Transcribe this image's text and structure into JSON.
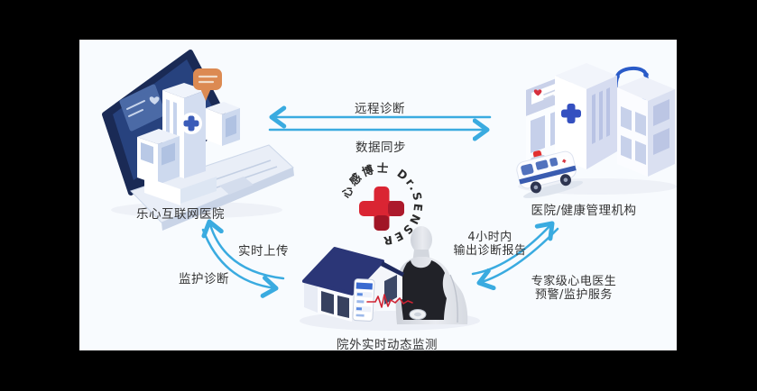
{
  "panel": {
    "outer_bg": "#000000",
    "bg": "#f8fbfe"
  },
  "palette": {
    "arrow_blue": "#3aabe0",
    "text_dark": "#333333",
    "logo_red": "#da2533",
    "logo_red_dark": "#a81729",
    "laptop_screen_navy": "#27427e",
    "roof_navy": "#2b3677",
    "building_window_blue": "#c6d0ea",
    "bubble_orange": "#dc8a52",
    "stethoscope_blue": "#2a5bc8",
    "vest_black": "#212228",
    "ecg_red": "#cf2333"
  },
  "nodes": {
    "internet_hospital": {
      "label": "乐心互联网医院"
    },
    "hospital_org": {
      "label": "医院/健康管理机构"
    },
    "home_monitoring": {
      "label": "院外实时动态监测"
    }
  },
  "logo": {
    "ring_text": "心感博士 Dr.SENSER"
  },
  "flows": {
    "remote_diagnosis": "远程诊断",
    "data_sync": "数据同步",
    "realtime_upload": "实时上传",
    "monitoring_diagnosis": "监护诊断",
    "report_line1": "4小时内",
    "report_line2": "输出诊断报告",
    "expert_line1": "专家级心电医生",
    "expert_line2": "预警/监护服务"
  }
}
